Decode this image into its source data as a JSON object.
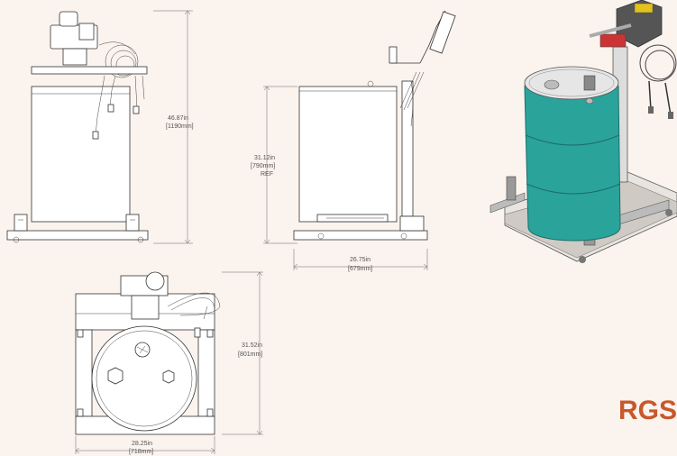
{
  "dimensions": {
    "height_in": "46.87in",
    "height_mm": "[1190mm]",
    "barrel_in": "31.12in",
    "barrel_mm": "[790mm]",
    "barrel_ref": "REF",
    "side_width_in": "26.75in",
    "side_width_mm": "[679mm]",
    "top_depth_in": "31.52in",
    "top_depth_mm": "[801mm]",
    "top_width_in": "28.25in",
    "top_width_mm": "[718mm]"
  },
  "brand": {
    "text": "RGS",
    "color": "#c8582b"
  },
  "colors": {
    "barrel": "#2aa39b",
    "background": "#faf3ee"
  }
}
